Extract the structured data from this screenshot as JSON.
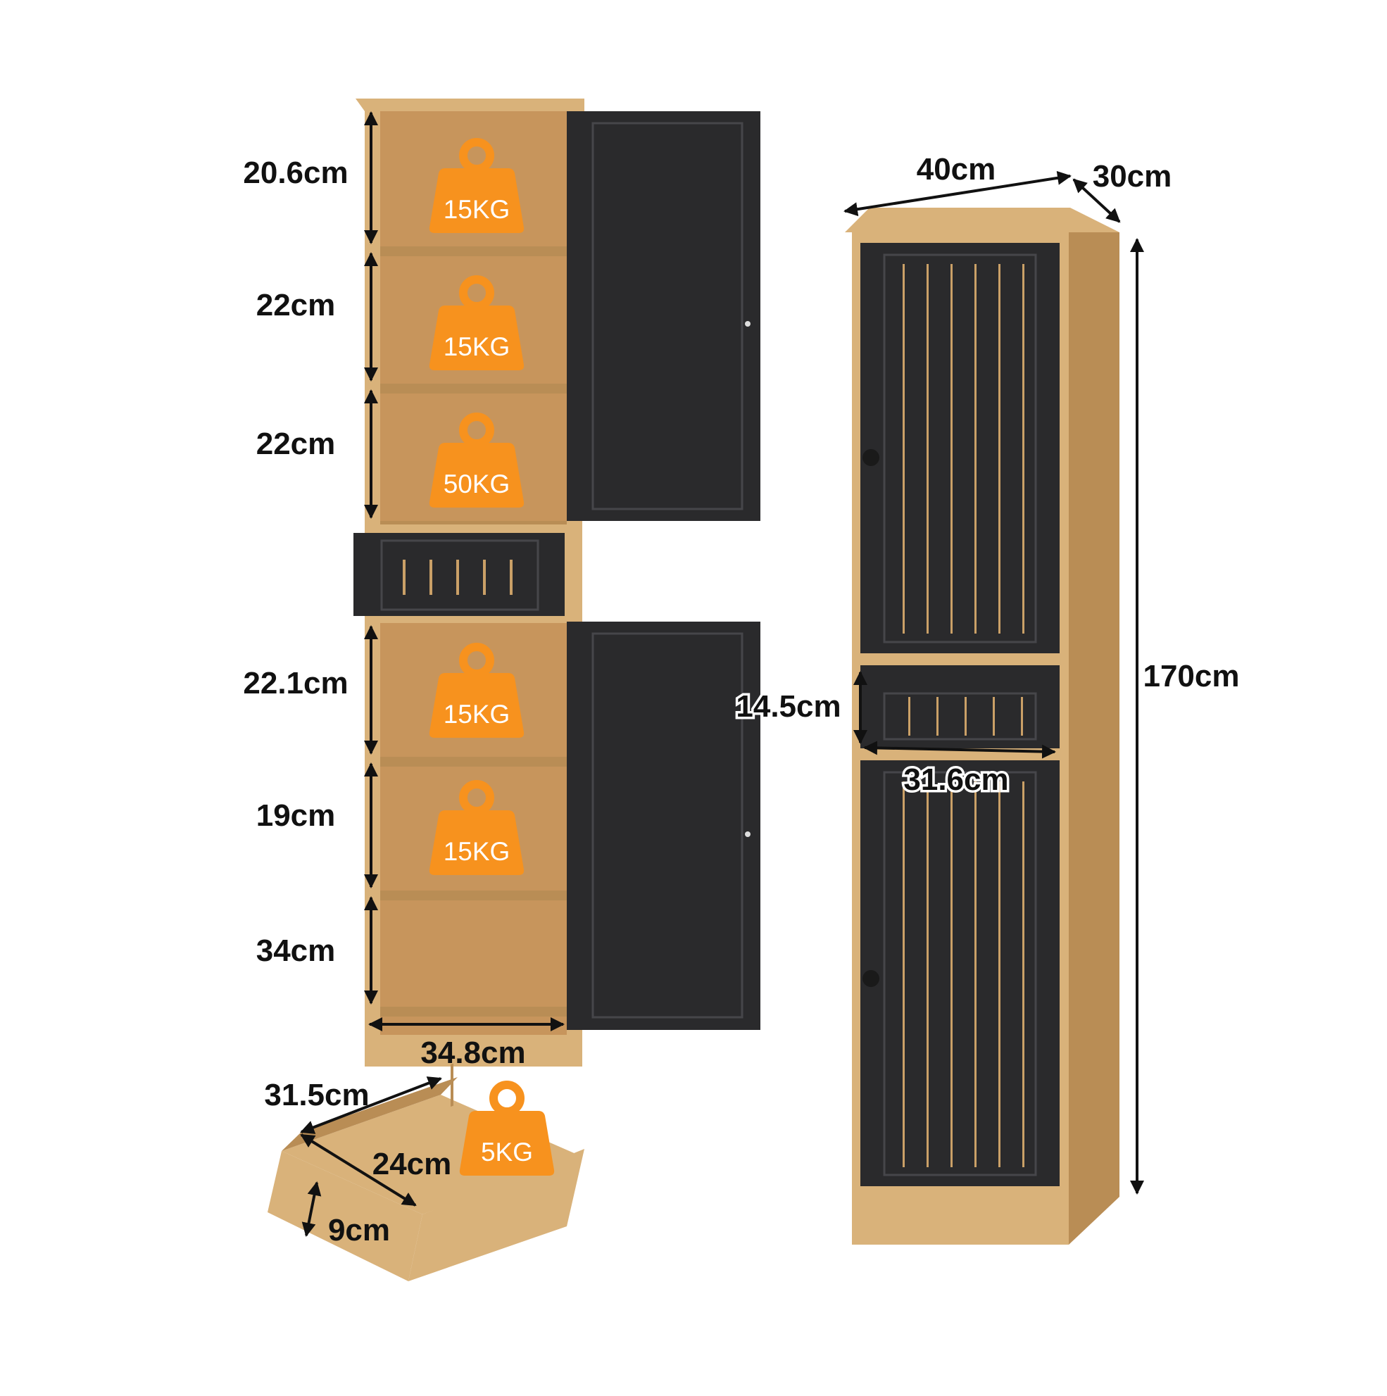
{
  "brand_colors": {
    "wood": "#d9b27a",
    "panel": "#2a2a2c",
    "badge": "#f7921e"
  },
  "icons": {
    "weight_badge": "weight-icon"
  },
  "open_cabinet": {
    "upper_shelves": [
      {
        "height": "20.6cm",
        "load": "15KG"
      },
      {
        "height": "22cm",
        "load": "15KG"
      },
      {
        "height": "22cm",
        "load": "50KG"
      }
    ],
    "lower_shelves": [
      {
        "height": "22.1cm",
        "load": "15KG"
      },
      {
        "height": "19cm",
        "load": "15KG"
      },
      {
        "height": "34cm"
      }
    ],
    "inner_width": "34.8cm"
  },
  "drawer": {
    "width": "31.5cm",
    "depth": "24cm",
    "height": "9cm",
    "load": "5KG"
  },
  "closed_cabinet": {
    "width": "40cm",
    "depth": "30cm",
    "height": "170cm",
    "drawer_height": "14.5cm",
    "drawer_width": "31.6cm"
  }
}
